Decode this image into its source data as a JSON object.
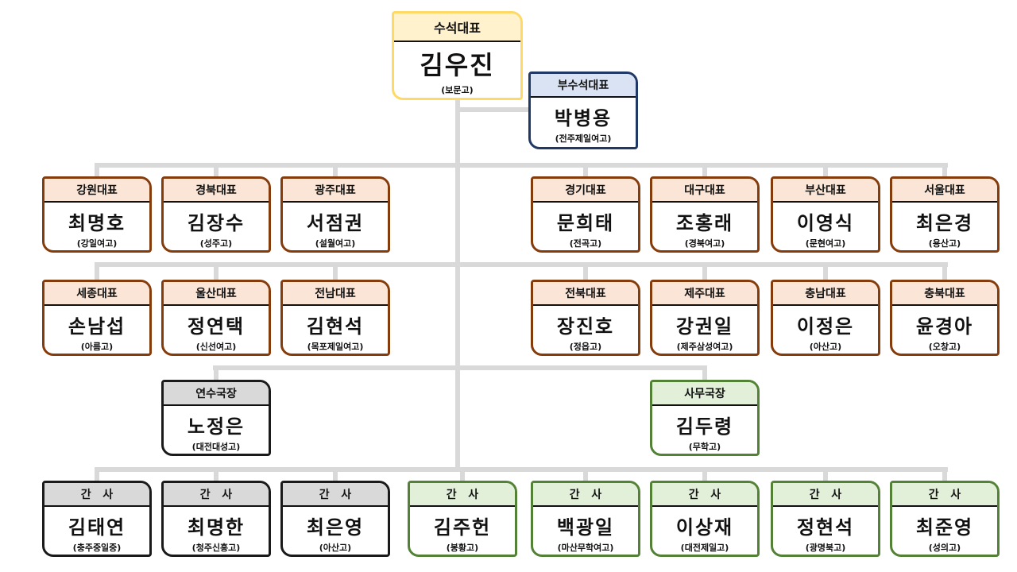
{
  "chief": {
    "role": "수석대표",
    "name": "김우진",
    "school": "(보문고)"
  },
  "deputy": {
    "role": "부수석대표",
    "name": "박병용",
    "school": "(전주제일여고)"
  },
  "regional_row1": [
    {
      "role": "강원대표",
      "name": "최명호",
      "school": "(강일여고)"
    },
    {
      "role": "경북대표",
      "name": "김장수",
      "school": "(성주고)"
    },
    {
      "role": "광주대표",
      "name": "서점권",
      "school": "(설월여고)"
    },
    {
      "role": "경기대표",
      "name": "문희태",
      "school": "(전곡고)"
    },
    {
      "role": "대구대표",
      "name": "조홍래",
      "school": "(경북여고)"
    },
    {
      "role": "부산대표",
      "name": "이영식",
      "school": "(문현여고)"
    },
    {
      "role": "서울대표",
      "name": "최은경",
      "school": "(용산고)"
    }
  ],
  "regional_row2": [
    {
      "role": "세종대표",
      "name": "손남섭",
      "school": "(아름고)"
    },
    {
      "role": "울산대표",
      "name": "정연택",
      "school": "(신선여고)"
    },
    {
      "role": "전남대표",
      "name": "김현석",
      "school": "(목포제일여고)"
    },
    {
      "role": "전북대표",
      "name": "장진호",
      "school": "(정읍고)"
    },
    {
      "role": "제주대표",
      "name": "강권일",
      "school": "(제주삼성여고)"
    },
    {
      "role": "충남대표",
      "name": "이정은",
      "school": "(아산고)"
    },
    {
      "role": "충북대표",
      "name": "윤경아",
      "school": "(오창고)"
    }
  ],
  "directors": [
    {
      "role": "연수국장",
      "name": "노정은",
      "school": "(대전대성고)"
    },
    {
      "role": "사무국장",
      "name": "김두령",
      "school": "(무학고)"
    }
  ],
  "secretaries": [
    {
      "role": "간   사",
      "name": "김태연",
      "school": "(충주중일중)"
    },
    {
      "role": "간   사",
      "name": "최명한",
      "school": "(청주신흥고)"
    },
    {
      "role": "간   사",
      "name": "최은영",
      "school": "(아산고)"
    },
    {
      "role": "간   사",
      "name": "김주헌",
      "school": "(봉황고)"
    },
    {
      "role": "간   사",
      "name": "백광일",
      "school": "(마산무학여고)"
    },
    {
      "role": "간   사",
      "name": "이상재",
      "school": "(대전제일고)"
    },
    {
      "role": "간   사",
      "name": "정현석",
      "school": "(광명북고)"
    },
    {
      "role": "간   사",
      "name": "최준영",
      "school": "(성의고)"
    }
  ],
  "colors": {
    "regional": "#843c0c",
    "chief": "#ffd966",
    "deputy": "#1f3864",
    "training": "#1a1a1a",
    "admin": "#538135"
  }
}
